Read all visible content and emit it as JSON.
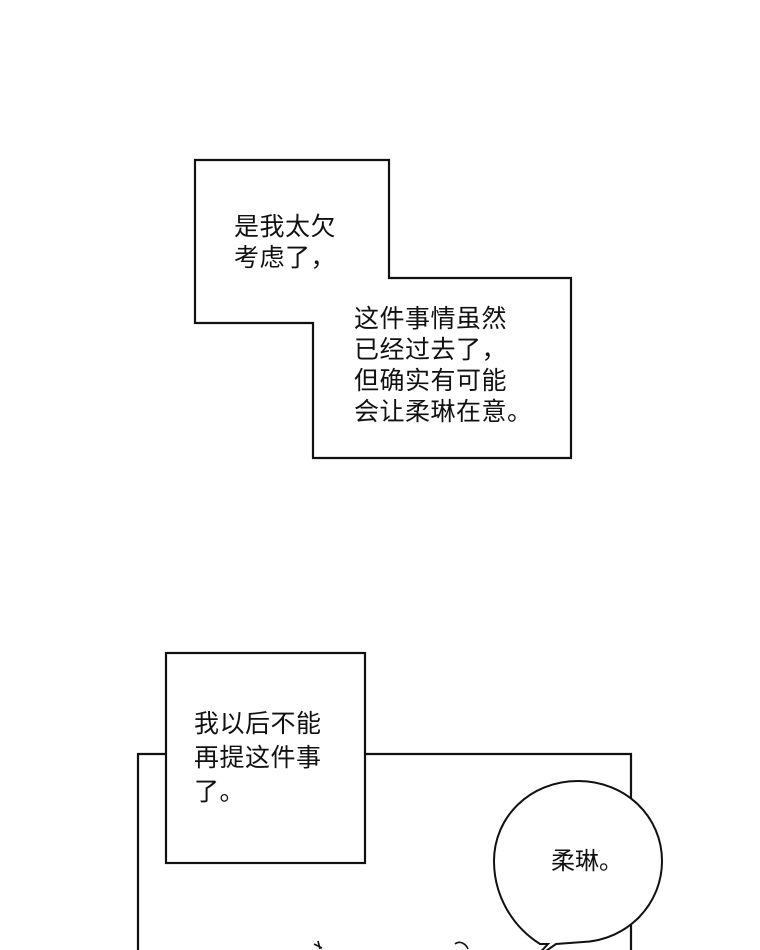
{
  "panel_1": {
    "caption_top": [
      "是我太欠",
      "考虑了，"
    ],
    "caption_bottom": [
      "这件事情虽然",
      "已经过去了，",
      "但确实有可能",
      "会让柔琳在意。"
    ]
  },
  "panel_2": {
    "caption": [
      "我以后不能",
      "再提这件事",
      "了。"
    ],
    "speech_bubble": "柔琳。"
  },
  "colors": {
    "ink": "#111111",
    "paper": "#ffffff"
  }
}
